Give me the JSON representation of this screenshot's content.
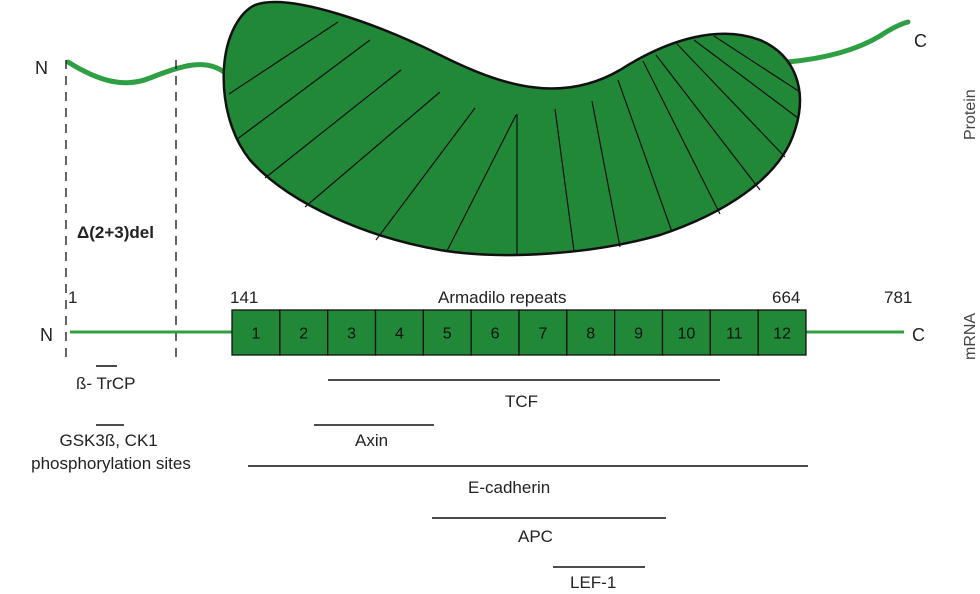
{
  "colors": {
    "fill": "#218838",
    "line": "#2ea043",
    "outline": "#111111",
    "text": "#222222"
  },
  "protein": {
    "n_label": "N",
    "c_label": "C",
    "side_label": "Protein"
  },
  "mrna": {
    "n_label": "N",
    "c_label": "C",
    "side_label": "mRNA",
    "positions": [
      "1",
      "141",
      "664",
      "781"
    ],
    "domain_label": "Armadilo repeats",
    "repeats": [
      "1",
      "2",
      "3",
      "4",
      "5",
      "6",
      "7",
      "8",
      "9",
      "10",
      "11",
      "12"
    ]
  },
  "deletion_label": "Δ(2+3)del",
  "binding_regions": [
    {
      "name": "ß- TrCP"
    },
    {
      "name": "GSK3ß, CK1\nphosphorylation sites"
    },
    {
      "name": "TCF"
    },
    {
      "name": "Axin"
    },
    {
      "name": "E-cadherin"
    },
    {
      "name": "APC"
    },
    {
      "name": "LEF-1"
    }
  ]
}
